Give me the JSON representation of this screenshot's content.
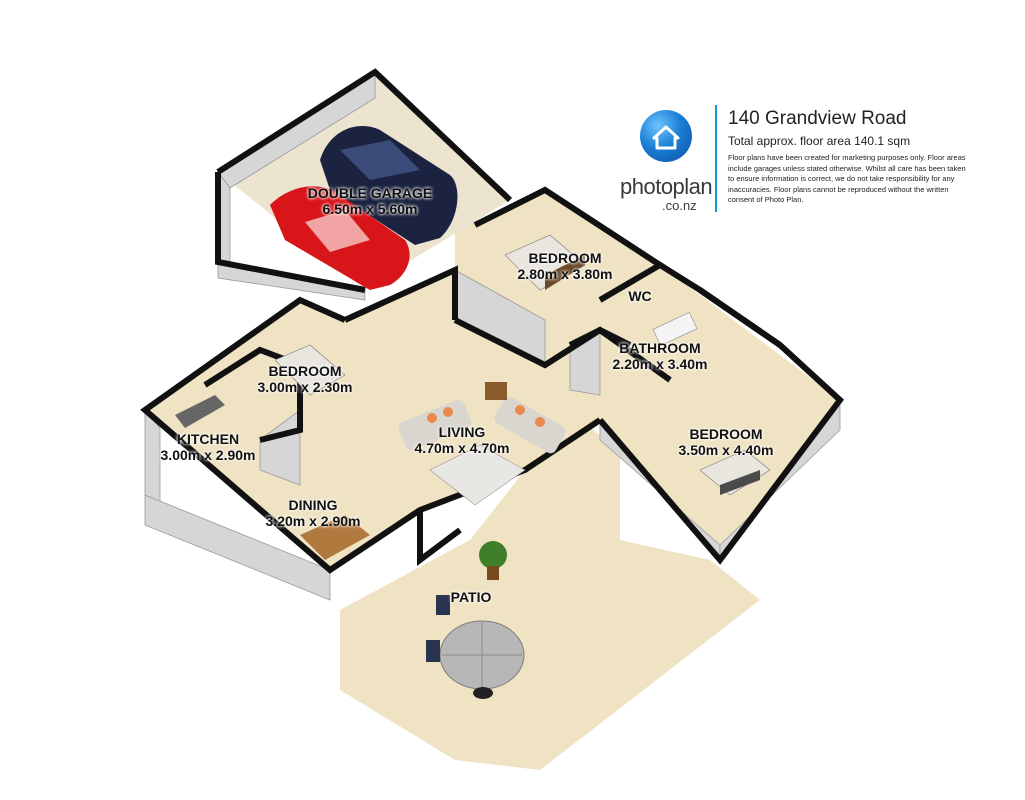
{
  "header": {
    "address": "140 Grandview Road",
    "floor_area": "Total approx. floor area 140.1 sqm",
    "disclaimer": "Floor plans have been created for marketing purposes only. Floor areas include garages unless stated otherwise. Whilst all care has been taken to ensure information is correct, we do not take responsibility for any inaccuracies. Floor plans cannot be reproduced without the written consent of Photo Plan."
  },
  "brand": {
    "name": "photoplan",
    "domain": ".co.nz"
  },
  "rooms": {
    "double_garage": {
      "name": "DOUBLE GARAGE",
      "size": "6.50m x 5.60m"
    },
    "bedroom_top": {
      "name": "BEDROOM",
      "size": "2.80m x 3.80m"
    },
    "wc": {
      "name": "WC"
    },
    "bathroom": {
      "name": "BATHROOM",
      "size": "2.20m x 3.40m"
    },
    "bedroom_left": {
      "name": "BEDROOM",
      "size": "3.00m x 2.30m"
    },
    "kitchen": {
      "name": "KITCHEN",
      "size": "3.00m x 2.90m"
    },
    "living": {
      "name": "LIVING",
      "size": "4.70m x 4.70m"
    },
    "bedroom_right": {
      "name": "BEDROOM",
      "size": "3.50m x 4.40m"
    },
    "dining": {
      "name": "DINING",
      "size": "3.20m x 2.90m"
    },
    "patio": {
      "name": "PATIO"
    }
  },
  "colors": {
    "floor": "#efe3c4",
    "patio": "#efe3c4",
    "wall_top": "#111111",
    "wall_face": "#d9d9d9",
    "garage_car_red": "#d8161a",
    "garage_car_navy": "#1c2340",
    "brand_blue": "#1596d6"
  }
}
